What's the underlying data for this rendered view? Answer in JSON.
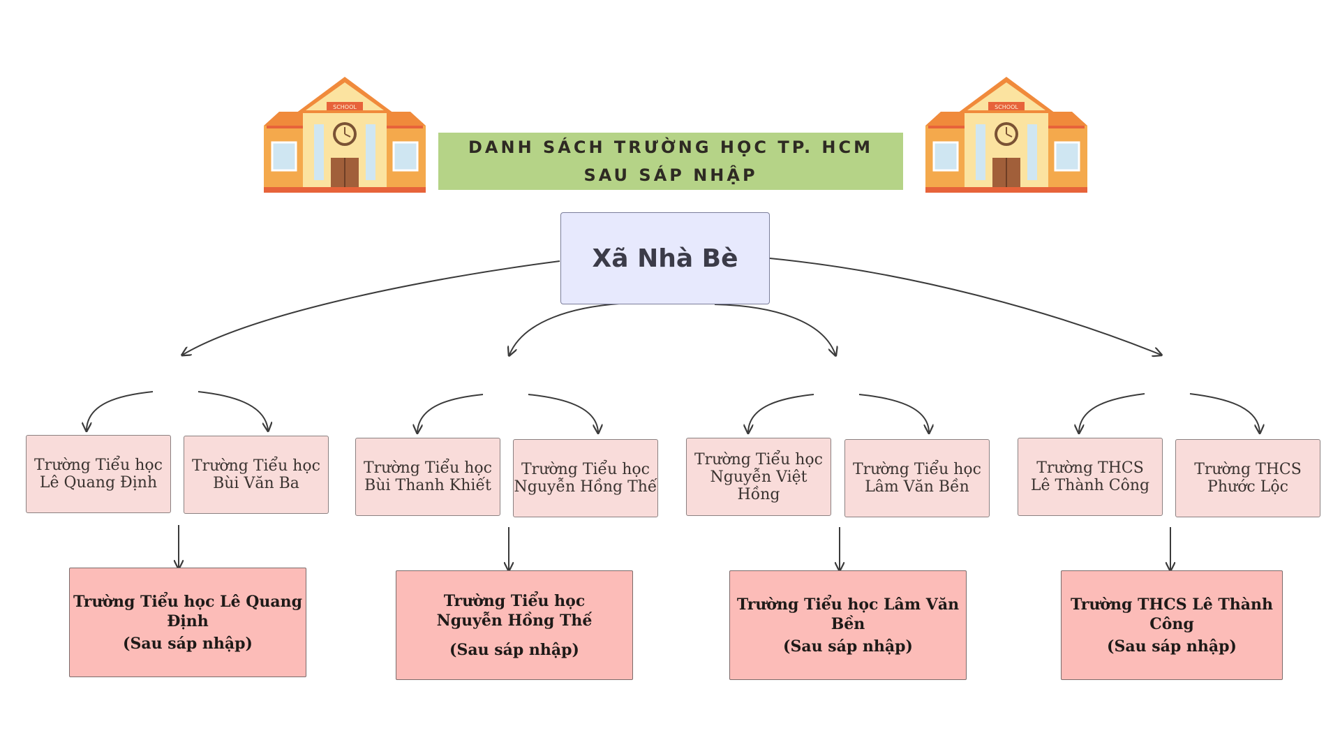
{
  "banner": {
    "line1": "DANH SÁCH TRƯỜNG HỌC TP. HCM",
    "line2": "SAU SÁP NHẬP"
  },
  "root": "Xã Nhà Bè",
  "groups": [
    {
      "schools": [
        {
          "line1": "Trường Tiểu học",
          "line2": "Lê Quang Định"
        },
        {
          "line1": "Trường Tiểu học",
          "line2": "Bùi Văn Ba"
        }
      ],
      "merged": {
        "line1": "Trường Tiểu học Lê Quang Định",
        "line2": "",
        "note": "(Sau sáp nhập)"
      }
    },
    {
      "schools": [
        {
          "line1": "Trường Tiểu học",
          "line2": "Bùi Thanh Khiết"
        },
        {
          "line1": "Trường Tiểu học",
          "line2": "Nguyễn Hồng Thế"
        }
      ],
      "merged": {
        "line1": "Trường Tiểu học",
        "line2": "Nguyễn Hồng Thế",
        "note": "(Sau sáp nhập)"
      }
    },
    {
      "schools": [
        {
          "line1": "Trường Tiểu học",
          "line2": "Nguyễn Việt Hồng"
        },
        {
          "line1": "Trường Tiểu học",
          "line2": "Lâm Văn Bền"
        }
      ],
      "merged": {
        "line1": "Trường Tiểu học Lâm Văn Bền",
        "line2": "",
        "note": "(Sau sáp nhập)"
      }
    },
    {
      "schools": [
        {
          "line1": "Trường THCS",
          "line2": "Lê Thành Công"
        },
        {
          "line1": "Trường THCS",
          "line2": "Phước Lộc"
        }
      ],
      "merged": {
        "line1": "Trường THCS Lê Thành Công",
        "line2": "",
        "note": "(Sau sáp nhập)"
      }
    }
  ],
  "icons": {
    "left_building": "school-building-icon",
    "right_building": "school-building-icon",
    "sign_text": "SCHOOL"
  },
  "colors": {
    "banner": "#b5d387",
    "root": "#e7e9fd",
    "school_box": "#f9dcda",
    "merged_box": "#fcbcb8",
    "connector": "#3a3a3a"
  }
}
